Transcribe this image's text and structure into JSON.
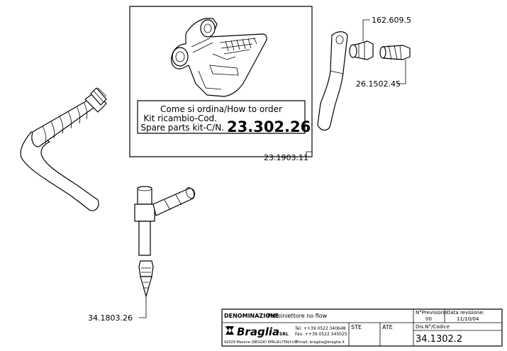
{
  "inset": {
    "line1": "Come si ordina/How to order",
    "line2": "Kit ricambio-Cod.",
    "line3": "Spare parts kit-C/N.",
    "kit_code": "23.302.26"
  },
  "part_labels": {
    "gun_part": "23.1903.11",
    "fitting_top": "162.609.5",
    "fitting_bottom": "26.1502.45",
    "injector_tip": "34.1803.26"
  },
  "title_block": {
    "denominazione_label": "DENOMINAZIONE:",
    "denominazione_value": "Palo iniettore no flow",
    "nprevisione_label": "N°Previsione",
    "nprevisione_value": "00",
    "data_revisione_label": "Data revisione:",
    "data_revisione_value": "11/10/04",
    "brand": "Braglia",
    "brand_suffix": "SRL",
    "tel": "Tel. ++39 0522 340648",
    "fax": "Fax. ++39 0522 345025",
    "address": "42029 Masone (REGGIO EMILIA)-ITALY-UE",
    "email": "Email: braglia@braglia.it",
    "ste_label": "STE",
    "ate_label": "ATE",
    "disegno_label": "Dis.N°/Codice",
    "disegno_value": "34.1302.2"
  }
}
